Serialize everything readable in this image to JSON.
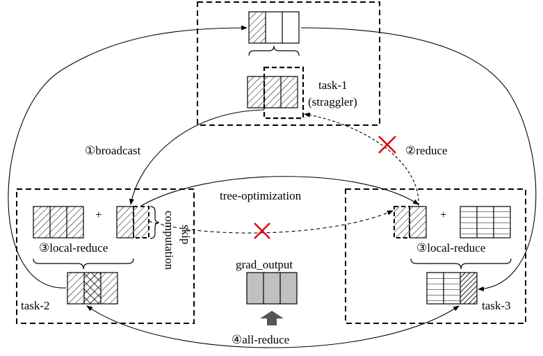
{
  "labels": {
    "task1": "task-1",
    "straggler": "(straggler)",
    "broadcast": "①broadcast",
    "reduce": "②reduce",
    "tree_optimization": "tree-optimization",
    "local_reduce_left": "③local-reduce",
    "local_reduce_right": "③local-reduce",
    "skip_computation": "skip computation",
    "skip": "skip",
    "computation": "computation",
    "grad_output": "grad_output",
    "task2": "task-2",
    "task3": "task-3",
    "all_reduce": "④all-reduce",
    "plus_left": "+",
    "plus_right": "+"
  },
  "colors": {
    "line": "#000000",
    "cross": "#e00000",
    "grad_fill": "#c0c0c0",
    "arrow_gray": "#555555"
  },
  "icons": {
    "failed": "red-x-icon",
    "up_arrow": "gray-up-arrow-icon"
  }
}
